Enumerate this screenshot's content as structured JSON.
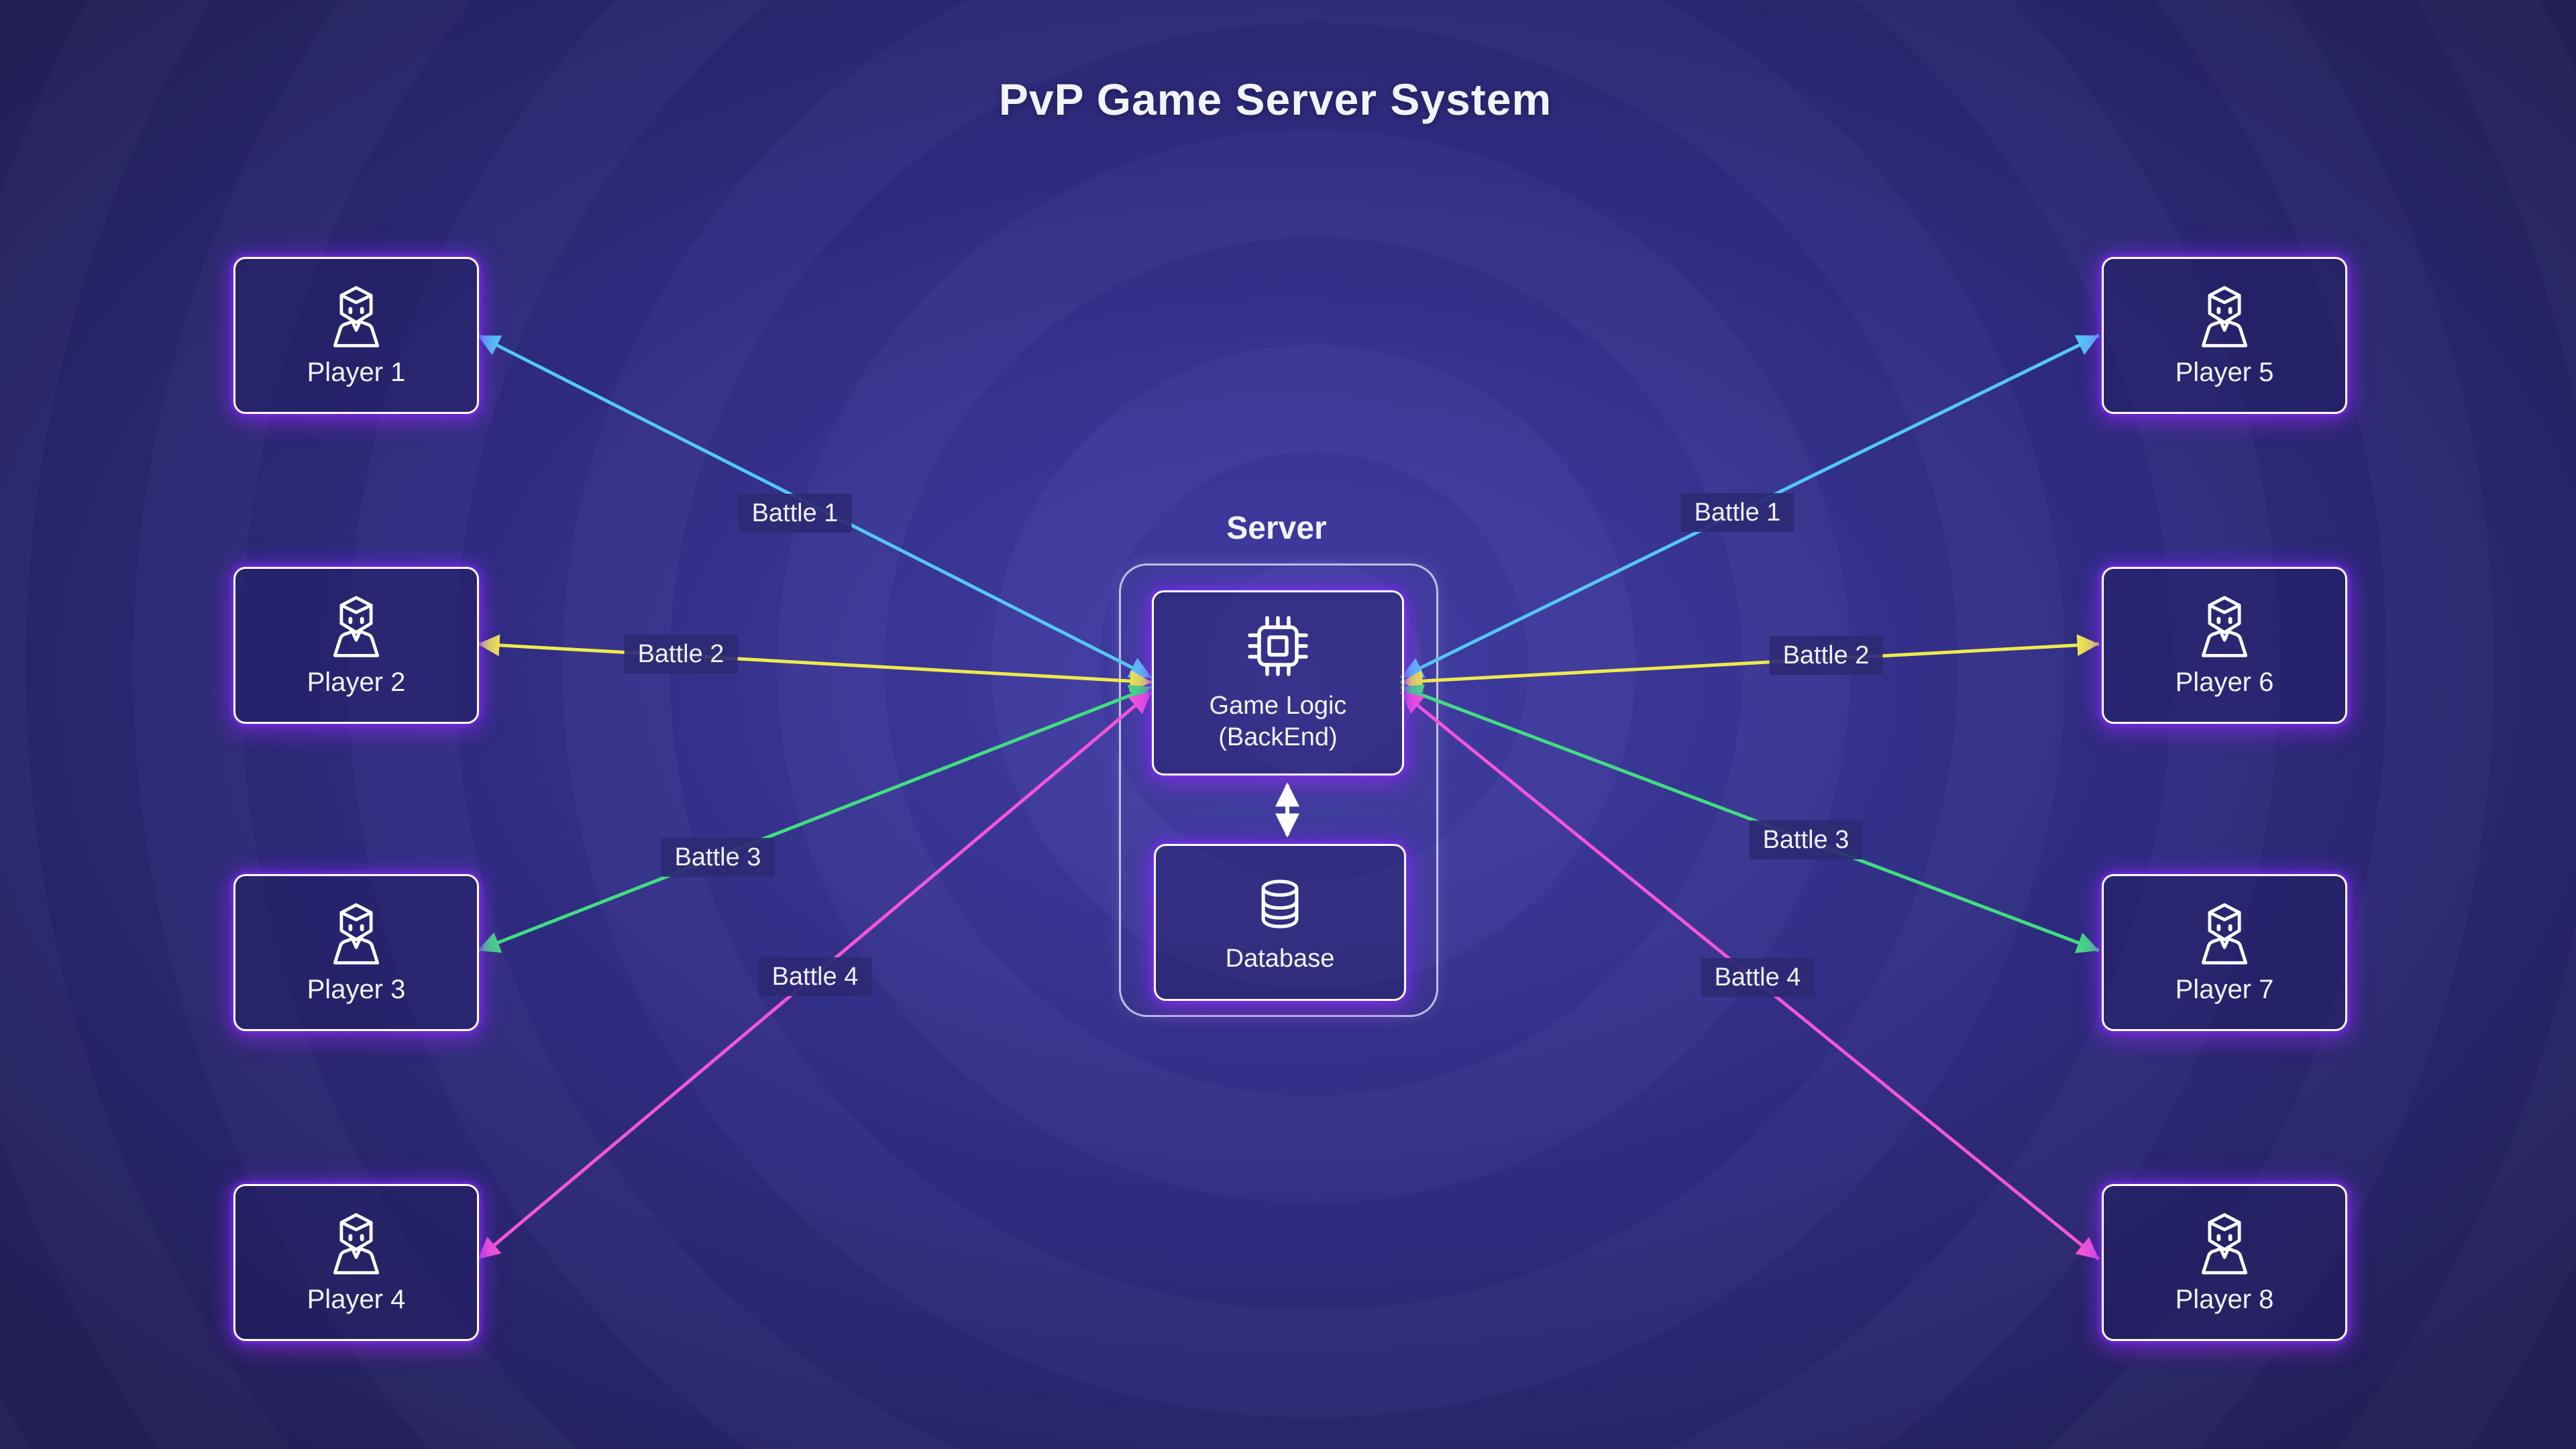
{
  "title": "PvP Game Server System",
  "server": {
    "label": "Server",
    "game_logic": {
      "line1": "Game Logic",
      "line2": "(BackEnd)",
      "icon": "cpu-chip-icon"
    },
    "database": {
      "label": "Database",
      "icon": "database-cylinder-icon"
    },
    "link_icon": "double-arrow-icon"
  },
  "players": [
    {
      "label": "Player 1",
      "icon": "avatar-icon",
      "side": "left"
    },
    {
      "label": "Player 2",
      "icon": "avatar-icon",
      "side": "left"
    },
    {
      "label": "Player 3",
      "icon": "avatar-icon",
      "side": "left"
    },
    {
      "label": "Player 4",
      "icon": "avatar-icon",
      "side": "left"
    },
    {
      "label": "Player 5",
      "icon": "avatar-icon",
      "side": "right"
    },
    {
      "label": "Player 6",
      "icon": "avatar-icon",
      "side": "right"
    },
    {
      "label": "Player 7",
      "icon": "avatar-icon",
      "side": "right"
    },
    {
      "label": "Player 8",
      "icon": "avatar-icon",
      "side": "right"
    }
  ],
  "battles": [
    {
      "label": "Battle 1",
      "color": "#54C8F6"
    },
    {
      "label": "Battle 2",
      "color": "#EDEA4E"
    },
    {
      "label": "Battle 3",
      "color": "#42DD81"
    },
    {
      "label": "Battle 4",
      "color": "#F455D9"
    }
  ],
  "colors": {
    "background_center": "#443FA9",
    "background_edge": "#232058",
    "node_border": "#FFFFFF",
    "node_glow": "#7C2AFF",
    "server_border": "#D1CFEE",
    "label_chip_bg": "#2C2974",
    "text": "#F2F2FB"
  }
}
